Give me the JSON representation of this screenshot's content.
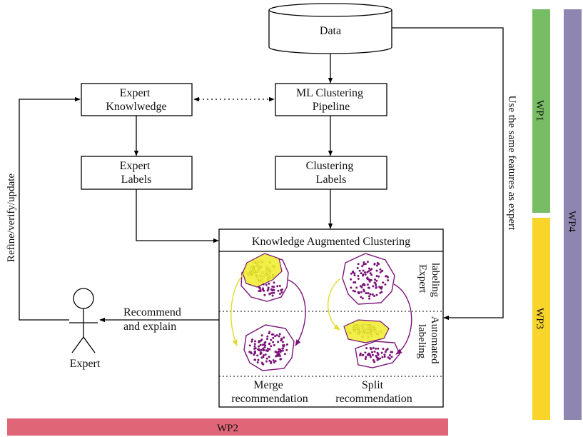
{
  "nodes": {
    "data": "Data",
    "expert_knowledge": [
      "Expert",
      "Knowlwedge"
    ],
    "ml_pipeline": [
      "ML Clustering",
      "Pipeline"
    ],
    "expert_labels": [
      "Expert",
      "Labels"
    ],
    "clustering_labels": [
      "Clustering",
      "Labels"
    ],
    "kac_title": "Knowledge Augmented Clustering",
    "expert_actor": "Expert"
  },
  "edge_labels": {
    "refine": "Refine/verify/update",
    "recommend": [
      "Recommend",
      "and explain"
    ],
    "same_features": "Use the same features as expert"
  },
  "kac_panel": {
    "merge": [
      "Merge",
      "recommendation"
    ],
    "split": [
      "Split",
      "recommendation"
    ],
    "expert_labeling": [
      "Expert",
      "labeling"
    ],
    "automated_labeling": [
      "Automated",
      "labeling"
    ]
  },
  "work_packages": {
    "wp1": {
      "label": "WP1",
      "color": "#77bd63"
    },
    "wp2": {
      "label": "WP2",
      "color": "#e06677"
    },
    "wp3": {
      "label": "WP3",
      "color": "#f9d42a"
    },
    "wp4": {
      "label": "WP4",
      "color": "#8e86b0"
    }
  },
  "colors": {
    "cluster_purple": "#7a1478",
    "cluster_yellow": "#f2ef4a",
    "arrow_yellow": "#e1dc26"
  }
}
